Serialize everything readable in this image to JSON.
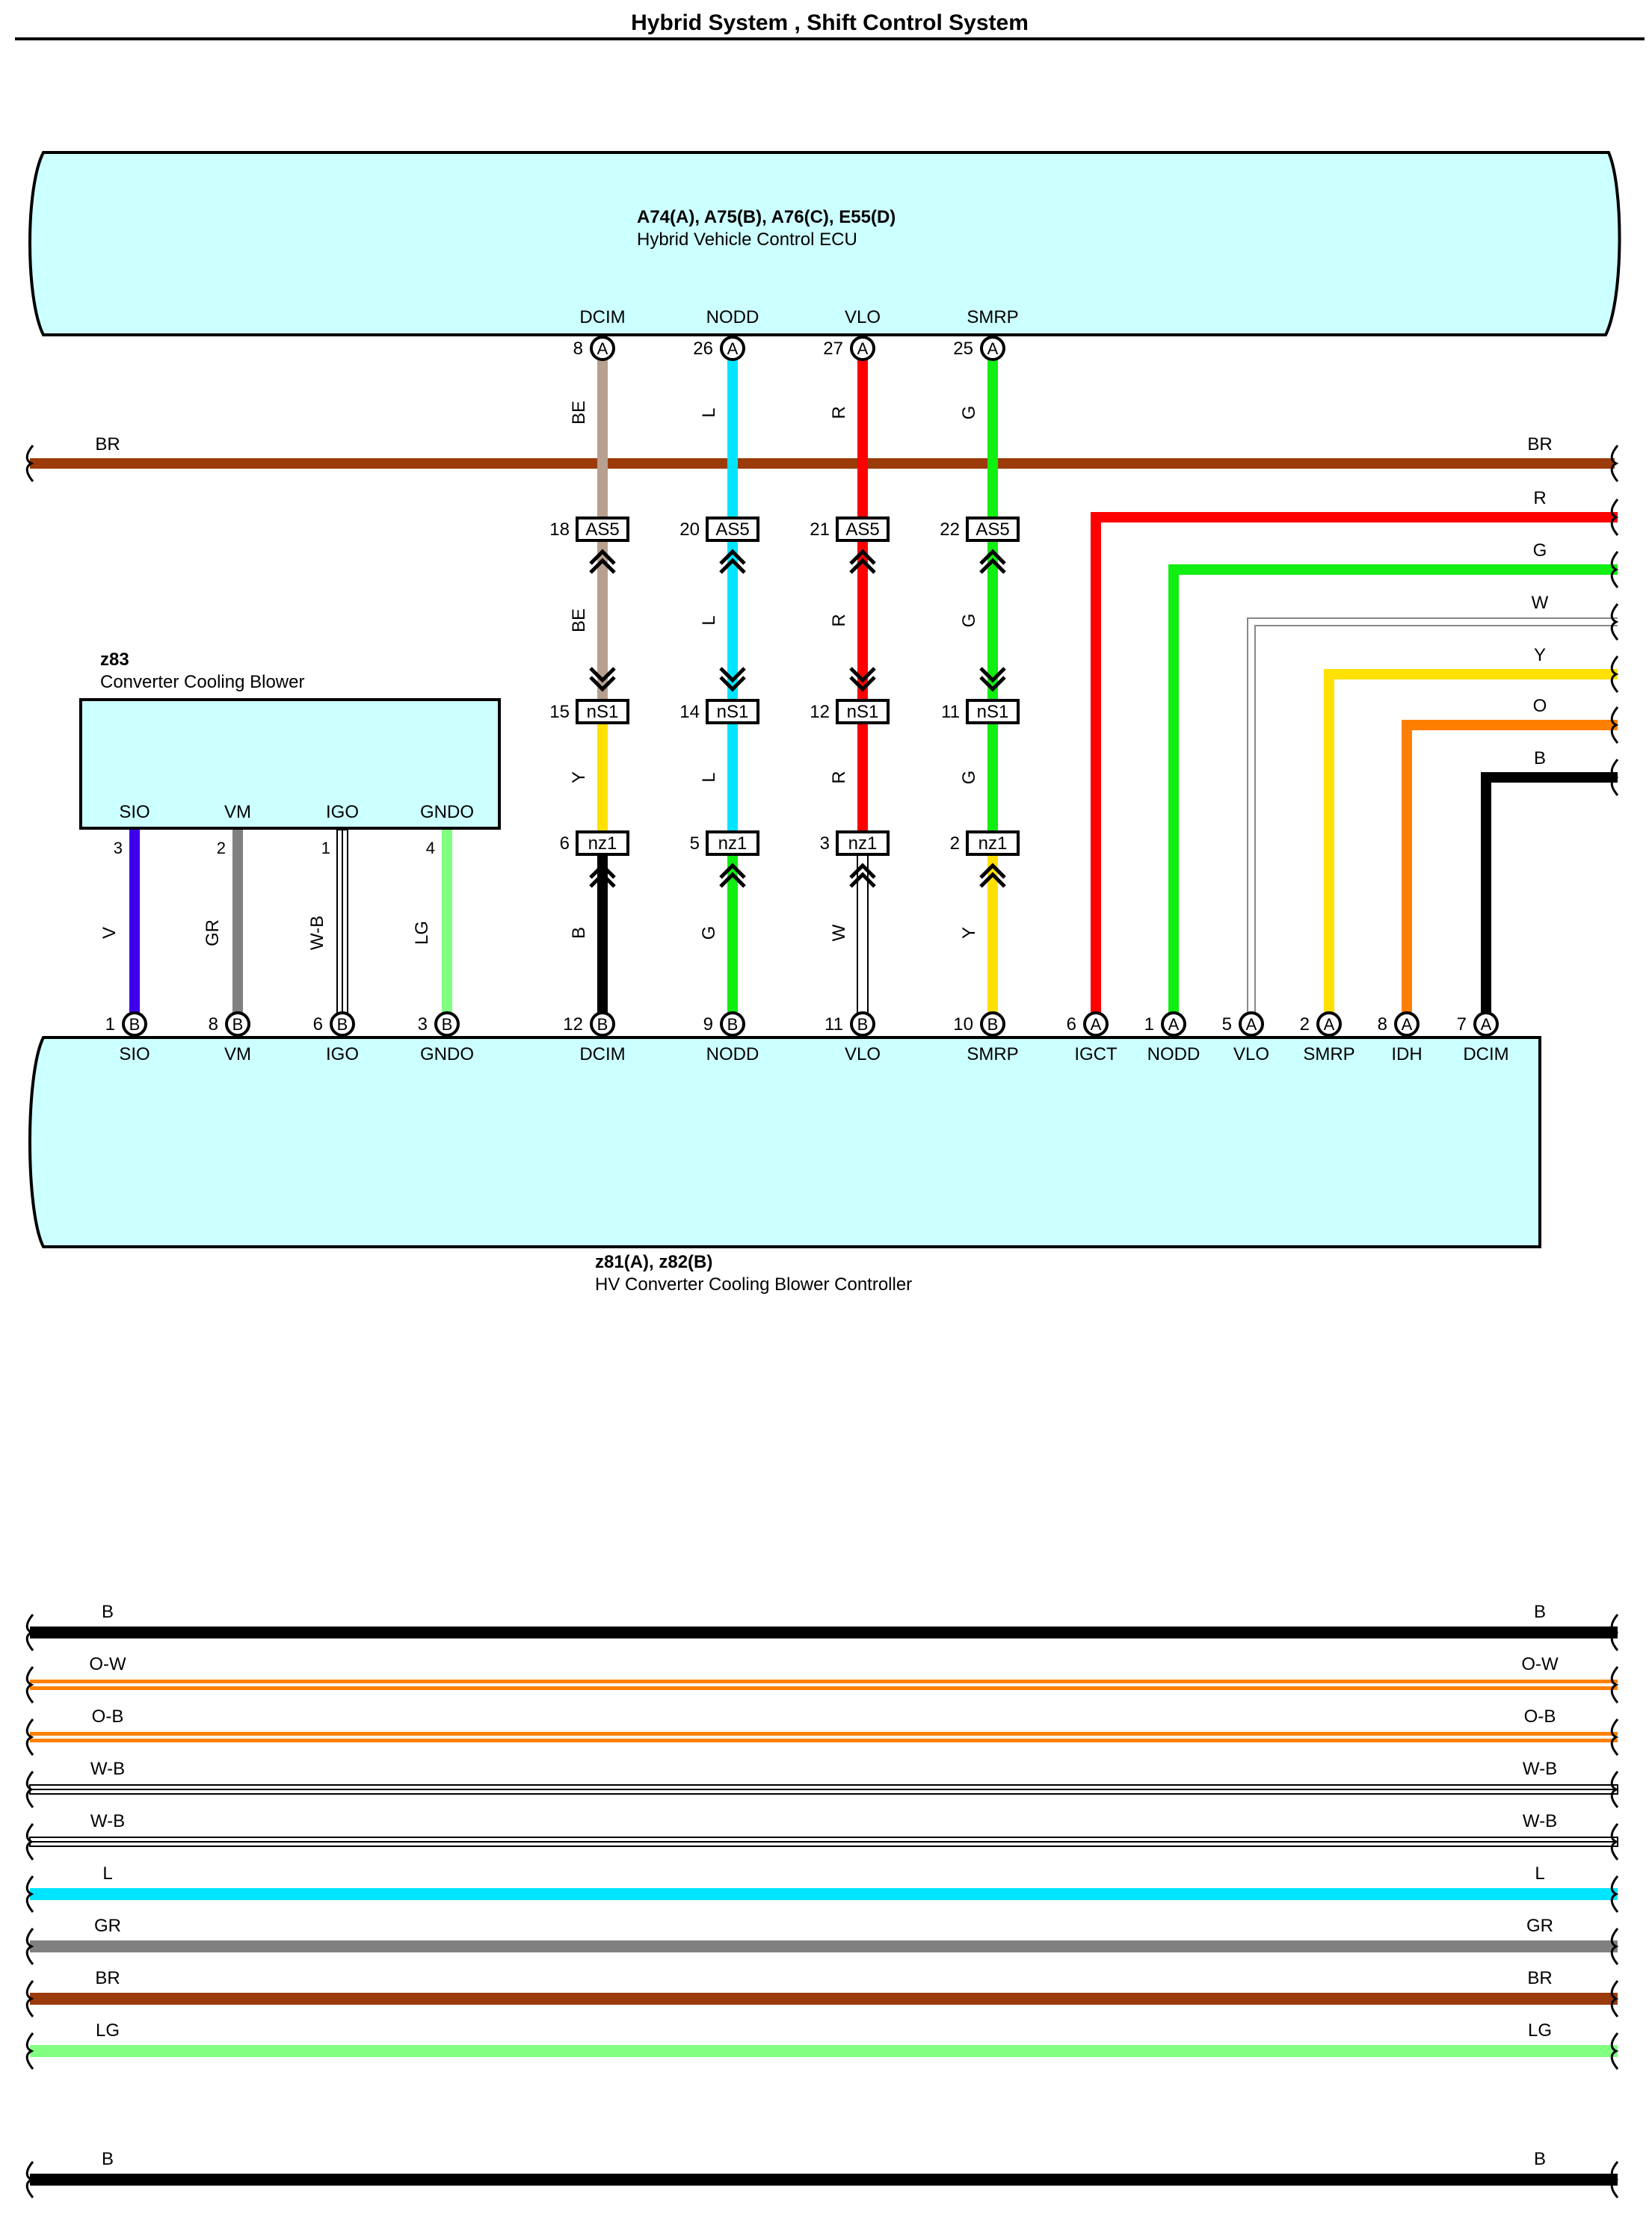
{
  "page_title": "Hybrid System , Shift Control System",
  "colors": {
    "BR": "#9B3A0A",
    "R": "#FF0000",
    "G": "#11EE11",
    "W": "#FFFFFF",
    "Y": "#FFE000",
    "O": "#FF7F00",
    "B": "#000000",
    "L": "#00E5FF",
    "BE": "#B8A090",
    "V": "#4000EE",
    "GR": "#808080",
    "LG": "#80FF80",
    "panel_fill": "#CCFFFF"
  },
  "ecu": {
    "codes": "A74(A), A75(B), A76(C), E55(D)",
    "name": "Hybrid Vehicle Control ECU",
    "terminals": [
      {
        "label": "DCIM",
        "pin": "8",
        "conn": "A"
      },
      {
        "label": "NODD",
        "pin": "26",
        "conn": "A"
      },
      {
        "label": "VLO",
        "pin": "27",
        "conn": "A"
      },
      {
        "label": "SMRP",
        "pin": "25",
        "conn": "A"
      }
    ]
  },
  "blower": {
    "code": "z83",
    "name": "Converter Cooling Blower",
    "terminals": [
      {
        "label": "SIO",
        "pin": "3"
      },
      {
        "label": "VM",
        "pin": "2"
      },
      {
        "label": "IGO",
        "pin": "1"
      },
      {
        "label": "GNDO",
        "pin": "4"
      }
    ]
  },
  "controller": {
    "codes": "z81(A), z82(B)",
    "name": "HV Converter Cooling Blower Controller",
    "terminals": [
      {
        "label": "SIO",
        "pin": "1",
        "conn": "B"
      },
      {
        "label": "VM",
        "pin": "8",
        "conn": "B"
      },
      {
        "label": "IGO",
        "pin": "6",
        "conn": "B"
      },
      {
        "label": "GNDO",
        "pin": "3",
        "conn": "B"
      },
      {
        "label": "DCIM",
        "pin": "12",
        "conn": "B"
      },
      {
        "label": "NODD",
        "pin": "9",
        "conn": "B"
      },
      {
        "label": "VLO",
        "pin": "11",
        "conn": "B"
      },
      {
        "label": "SMRP",
        "pin": "10",
        "conn": "B"
      },
      {
        "label": "IGCT",
        "pin": "6",
        "conn": "A"
      },
      {
        "label": "NODD",
        "pin": "1",
        "conn": "A"
      },
      {
        "label": "VLO",
        "pin": "5",
        "conn": "A"
      },
      {
        "label": "SMRP",
        "pin": "2",
        "conn": "A"
      },
      {
        "label": "IDH",
        "pin": "8",
        "conn": "A"
      },
      {
        "label": "DCIM",
        "pin": "7",
        "conn": "A"
      }
    ]
  },
  "bus_br": {
    "color_code": "BR"
  },
  "connectors": {
    "as5": {
      "name": "AS5",
      "pins": [
        "18",
        "20",
        "21",
        "22"
      ]
    },
    "ns1": {
      "name": "nS1",
      "pins": [
        "15",
        "14",
        "12",
        "11"
      ]
    },
    "nz1": {
      "name": "nz1",
      "pins": [
        "6",
        "5",
        "3",
        "2"
      ]
    }
  },
  "mid_wires": [
    {
      "upper": "BE",
      "middle": "BE",
      "lower": "Y",
      "bottom": "B"
    },
    {
      "upper": "L",
      "middle": "L",
      "lower": "L",
      "bottom": "G"
    },
    {
      "upper": "R",
      "middle": "R",
      "lower": "R",
      "bottom": "W"
    },
    {
      "upper": "G",
      "middle": "G",
      "lower": "G",
      "bottom": "Y"
    }
  ],
  "blower_wires": [
    "V",
    "GR",
    "W-B",
    "LG"
  ],
  "right_wires": [
    "R",
    "G",
    "W",
    "Y",
    "O",
    "B"
  ],
  "horizontal_lines": [
    "B",
    "O-W",
    "O-B",
    "W-B",
    "W-B",
    "L",
    "GR",
    "BR",
    "LG"
  ],
  "bottom_line": "B"
}
